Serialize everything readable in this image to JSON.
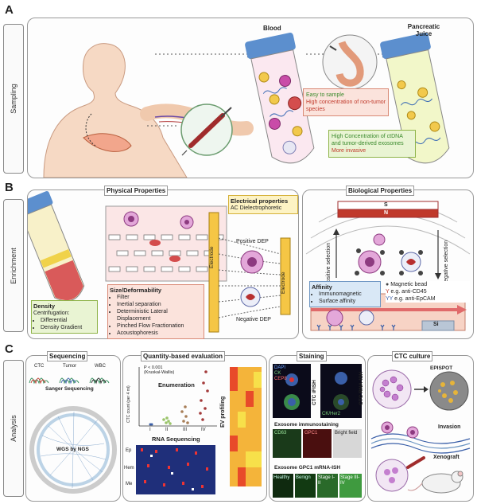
{
  "panels": {
    "a": {
      "letter": "A",
      "tab": "Sampling"
    },
    "b": {
      "letter": "B",
      "tab": "Enrichment"
    },
    "c": {
      "letter": "C",
      "tab": "Analysis"
    }
  },
  "sampling": {
    "blood_label": "Blood",
    "juice_label": "Pancreatic Juice",
    "blood_points": [
      {
        "text": "Easy to sample",
        "tone": "good"
      },
      {
        "text": "High concentration of non-tumor species",
        "tone": "bad"
      }
    ],
    "juice_points": [
      {
        "text": "High Concentration of ctDNA and tumor-derived exosomes",
        "tone": "good"
      },
      {
        "text": "More invasive",
        "tone": "bad"
      }
    ]
  },
  "enrichment": {
    "physical_title": "Physical Properties",
    "electrical_title": "Electrical properties",
    "electrical_item": "AC Dielectrophoretic",
    "electrode_label": "Electrode",
    "positive_dep": "Positive DEP",
    "negative_dep": "Negative DEP",
    "size_title": "Size/Deformability",
    "size_items": [
      "Filter",
      "Inertial separation",
      "Deterministic Lateral Displacement",
      "Pinched Flow Fractionation",
      "Acoustophoresis"
    ],
    "density_title": "Density",
    "density_items": [
      "Centrifugation:",
      "Differential",
      "Density Gradient"
    ],
    "biological_title": "Biological Properties",
    "magnet_s": "S",
    "magnet_n": "N",
    "positive_selection": "Positive selection",
    "negative_selection": "Negative selection",
    "affinity_title": "Affinity",
    "affinity_items": [
      "Immunomagnetic",
      "Surface affinity"
    ],
    "legend": [
      "Magnetic bead",
      "e.g. anti-CD45",
      "e.g. anti-EpCAM"
    ],
    "si_label": "Si"
  },
  "analysis": {
    "sequencing_title": "Sequencing",
    "seq_labels": [
      "CTC",
      "Tumor",
      "WBC"
    ],
    "sanger": "Sanger Sequencing",
    "wgs": "WGS by NGS",
    "quantity_title": "Quantity-based evaluation",
    "pvalue": "P < 0.001",
    "kruskal": "(Kruskal-Wallis)",
    "enumeration": "Enumeration",
    "yaxis": "CTC count (per 4 ml)",
    "stages": [
      "I",
      "II",
      "III",
      "IV"
    ],
    "rna_seq": "RNA Sequencing",
    "rna_rows": [
      "Ep",
      "Hem",
      "Me"
    ],
    "ev_profiling": "EV profiling",
    "staining_title": "Staining",
    "stain_labels": [
      "DAPI",
      "CK",
      "CEP8"
    ],
    "ctc_ifish": "CTC iFISH",
    "ctc_rnaish": "CTC RNA-ISH",
    "ck_her2": "CK/Her2",
    "bright_field": "Bright field",
    "exo_immuno": "Exosome immunostaining",
    "cd63": "CD63",
    "gpc1": "GPC1",
    "exo_mrna": "Exosome GPC1 mRNA-ISH",
    "exo_groups": [
      "Healthy",
      "Benign",
      "Stage I-II",
      "Stage III-IV"
    ],
    "culture_title": "CTC culture",
    "epispot": "EPISPOT",
    "invasion": "Invasion",
    "xenograft": "Xenograft"
  },
  "colors": {
    "tube_cap": "#5c8fce",
    "green_point": "#3a8a2c",
    "red_point": "#c0392b",
    "magnet_s": "#ffffff",
    "magnet_n": "#c0392b"
  }
}
